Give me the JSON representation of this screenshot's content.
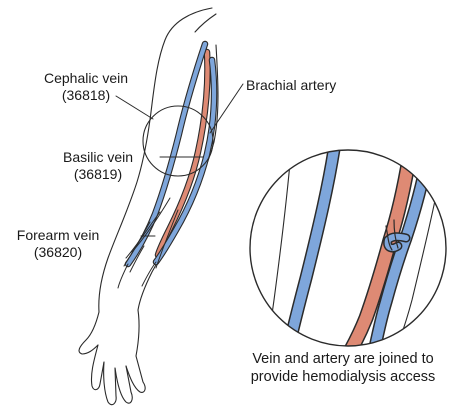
{
  "colors": {
    "vein": "#7ea6db",
    "artery": "#de8a74",
    "outline": "#2b2b2b"
  },
  "labels": {
    "cephalic": {
      "name": "Cephalic vein",
      "code": "(36818)"
    },
    "basilic": {
      "name": "Basilic vein",
      "code": "(36819)"
    },
    "forearm": {
      "name": "Forearm vein",
      "code": "(36820)"
    },
    "brachial": {
      "name": "Brachial artery"
    }
  },
  "caption": {
    "line1": "Vein and artery are joined to",
    "line2": "provide hemodialysis access"
  }
}
